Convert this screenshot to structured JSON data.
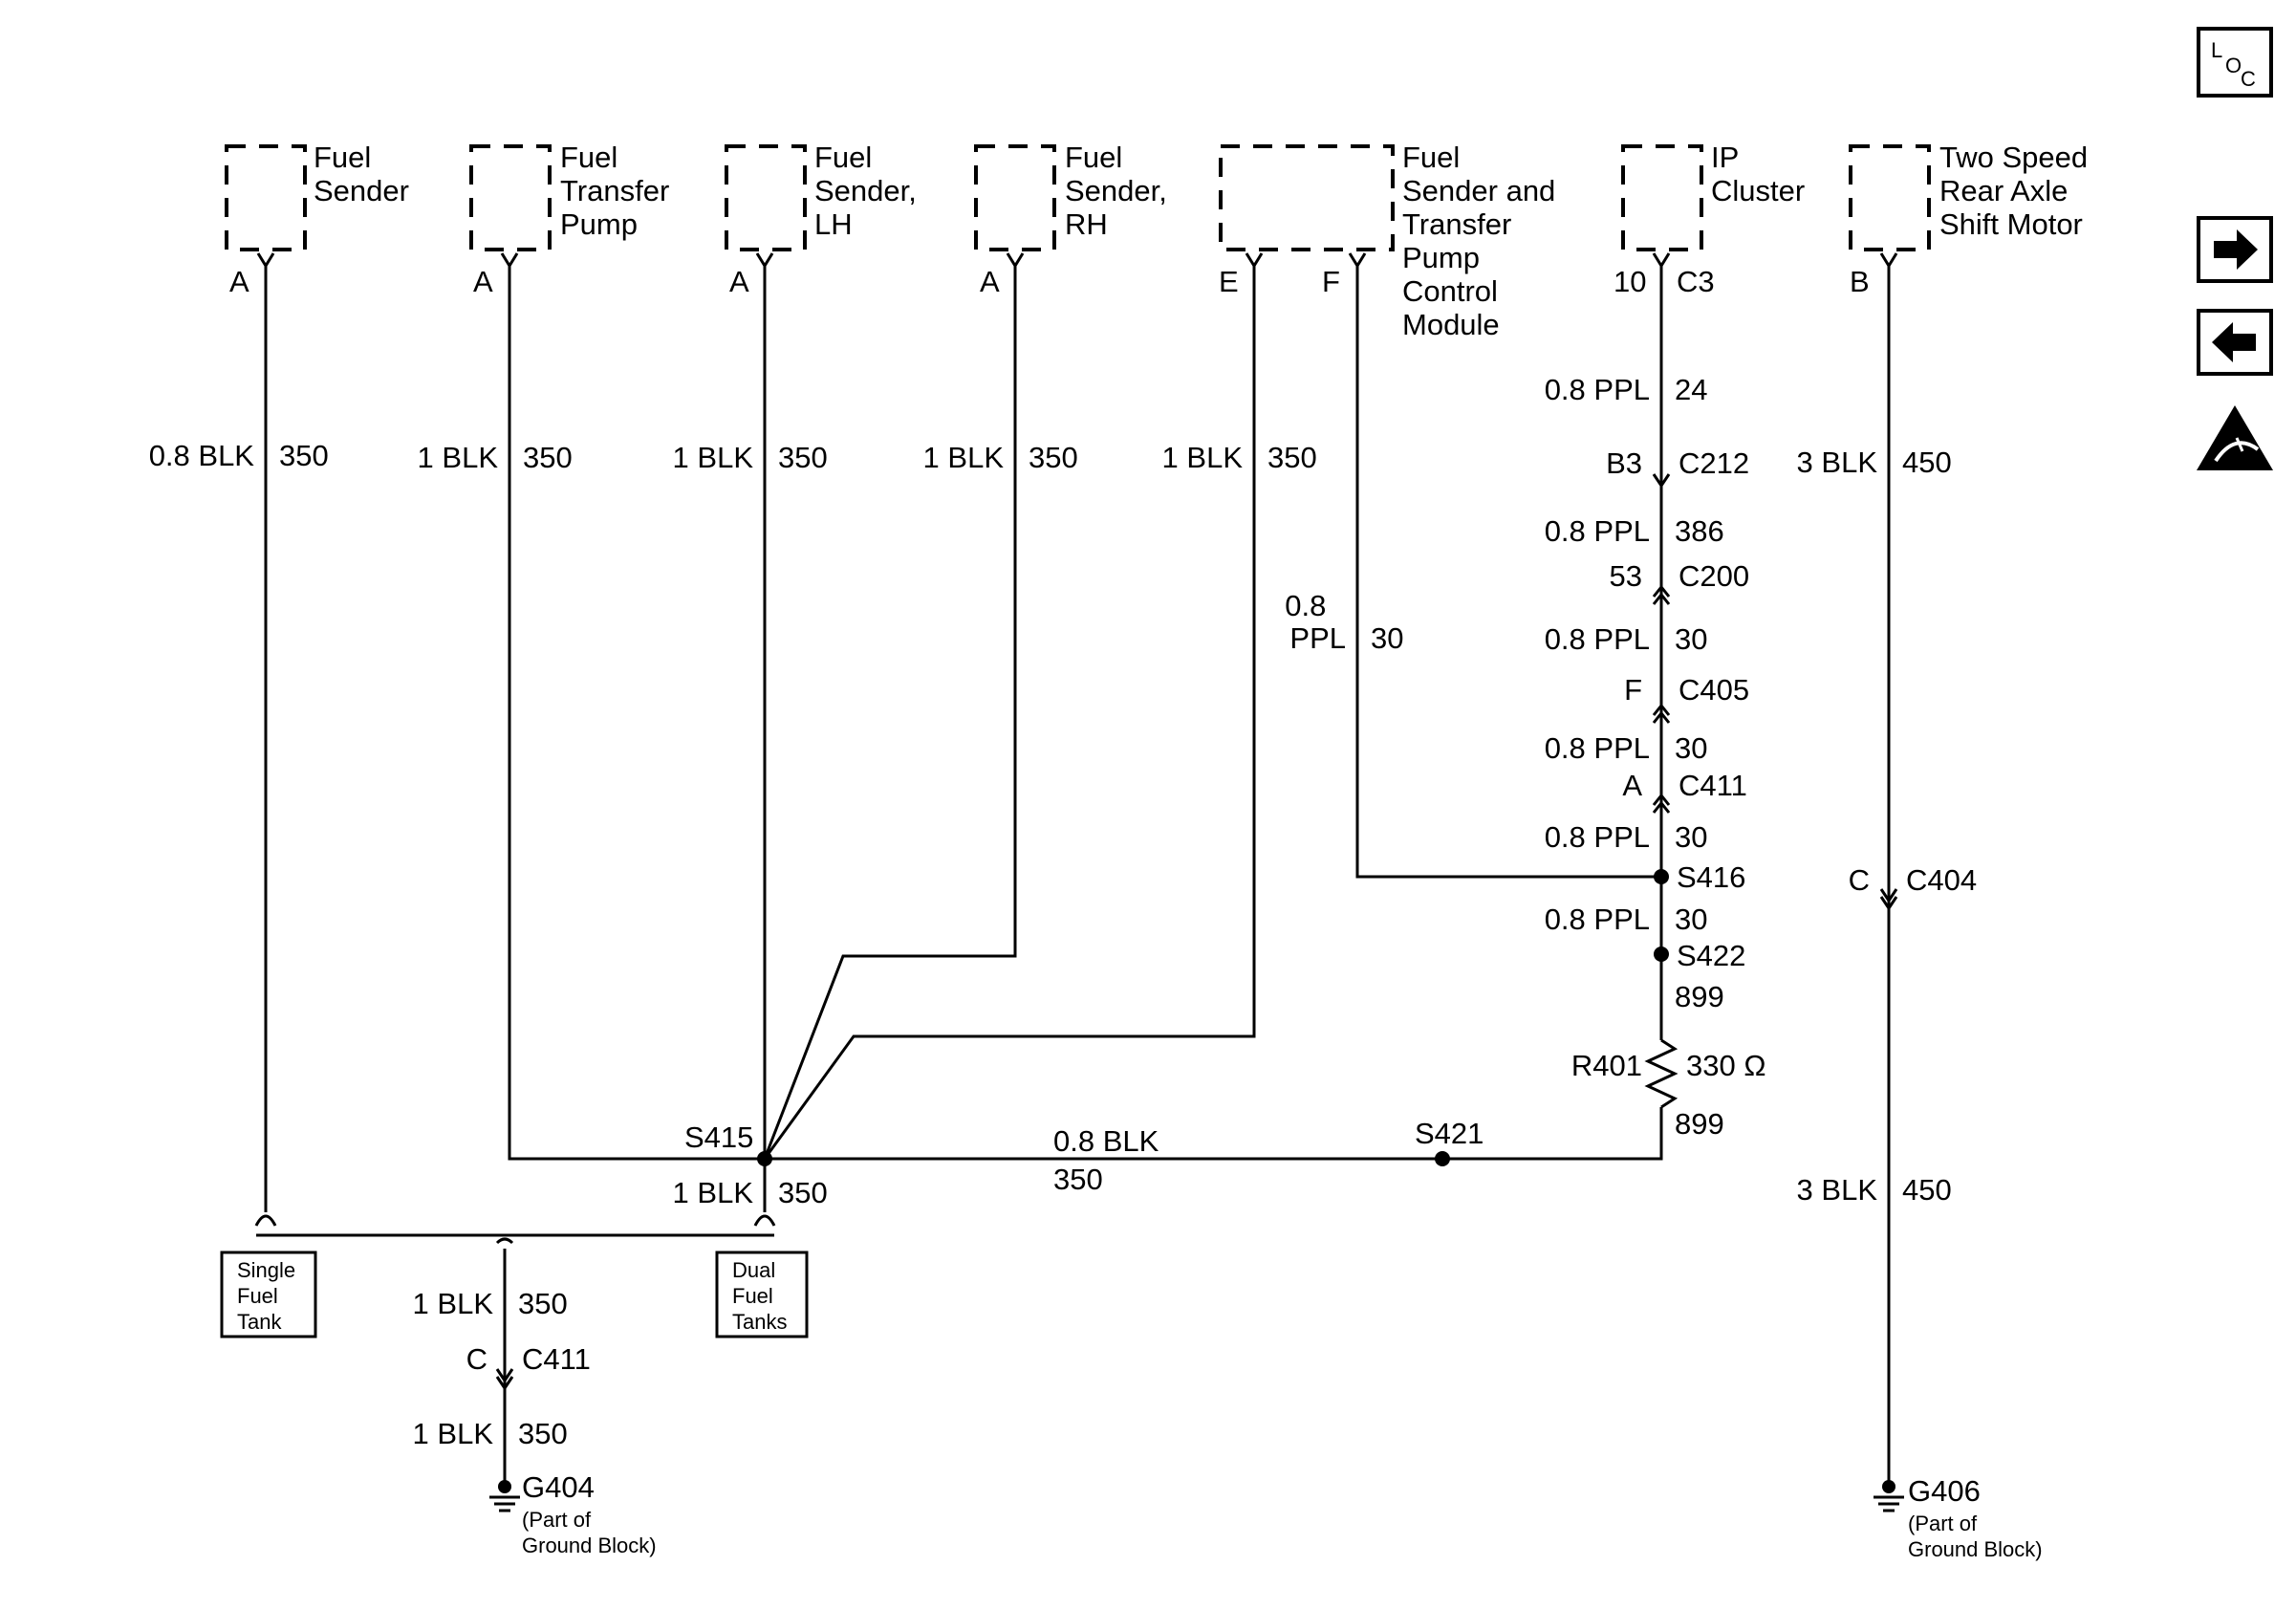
{
  "components": {
    "fuel_sender": [
      "Fuel",
      "Sender"
    ],
    "fuel_transfer_pump": [
      "Fuel",
      "Transfer",
      "Pump"
    ],
    "fuel_sender_lh": [
      "Fuel",
      "Sender,",
      "LH"
    ],
    "fuel_sender_rh": [
      "Fuel",
      "Sender,",
      "RH"
    ],
    "control_module": [
      "Fuel",
      "Sender and",
      "Transfer",
      "Pump",
      "Control",
      "Module"
    ],
    "ip_cluster": [
      "IP",
      "Cluster"
    ],
    "shift_motor": [
      "Two Speed",
      "Rear Axle",
      "Shift Motor"
    ]
  },
  "pins": {
    "fuel_sender": "A",
    "fuel_transfer_pump": "A",
    "fuel_sender_lh": "A",
    "fuel_sender_rh": "A",
    "control_module_e": "E",
    "control_module_f": "F",
    "ip_cluster_pin": "10",
    "ip_cluster_conn": "C3",
    "shift_motor": "B"
  },
  "wires": {
    "fuel_sender": {
      "gauge": "0.8 BLK",
      "circuit": "350"
    },
    "transfer_pump": {
      "gauge": "1 BLK",
      "circuit": "350"
    },
    "sender_lh": {
      "gauge": "1 BLK",
      "circuit": "350"
    },
    "sender_rh": {
      "gauge": "1 BLK",
      "circuit": "350"
    },
    "module_e": {
      "gauge": "1 BLK",
      "circuit": "350"
    },
    "module_f": {
      "gauge": [
        "0.8",
        "PPL"
      ],
      "circuit": "30"
    },
    "ip_24": {
      "gauge": "0.8 PPL",
      "circuit": "24"
    },
    "ip_386": {
      "gauge": "0.8 PPL",
      "circuit": "386"
    },
    "ip_30_a": {
      "gauge": "0.8 PPL",
      "circuit": "30"
    },
    "ip_30_b": {
      "gauge": "0.8 PPL",
      "circuit": "30"
    },
    "ip_30_c": {
      "gauge": "0.8 PPL",
      "circuit": "30"
    },
    "ip_30_d": {
      "gauge": "0.8 PPL",
      "circuit": "30"
    },
    "ip_899_a": {
      "circuit": "899"
    },
    "ip_899_b": {
      "circuit": "899"
    },
    "s415_s421": {
      "gauge": "0.8 BLK",
      "circuit": "350"
    },
    "s415_down": {
      "gauge": "1 BLK",
      "circuit": "350"
    },
    "ground_upper": {
      "gauge": "1 BLK",
      "circuit": "350"
    },
    "ground_lower": {
      "gauge": "1 BLK",
      "circuit": "350"
    },
    "motor_upper": {
      "gauge": "3 BLK",
      "circuit": "450"
    },
    "motor_lower": {
      "gauge": "3 BLK",
      "circuit": "450"
    }
  },
  "connectors": {
    "c212": {
      "pin": "B3",
      "name": "C212"
    },
    "c200": {
      "pin": "53",
      "name": "C200"
    },
    "c405": {
      "pin": "F",
      "name": "C405"
    },
    "c411_ip": {
      "pin": "A",
      "name": "C411"
    },
    "c411_ground": {
      "pin": "C",
      "name": "C411"
    },
    "c404": {
      "pin": "C",
      "name": "C404"
    }
  },
  "splices": {
    "s415": "S415",
    "s416": "S416",
    "s421": "S421",
    "s422": "S422"
  },
  "resistor": {
    "name": "R401",
    "value": "330 Ω"
  },
  "options": {
    "single": [
      "Single",
      "Fuel",
      "Tank"
    ],
    "dual": [
      "Dual",
      "Fuel",
      "Tanks"
    ]
  },
  "grounds": {
    "g404": {
      "name": "G404",
      "note": [
        "(Part of",
        "Ground Block)"
      ]
    },
    "g406": {
      "name": "G406",
      "note": [
        "(Part of",
        "Ground Block)"
      ]
    }
  },
  "side_icons": {
    "loc_l": "L",
    "loc_o": "O",
    "loc_c": "C",
    "icons": [
      "loc-icon",
      "arrow-right-icon",
      "arrow-left-icon",
      "esd-warning-icon"
    ]
  }
}
